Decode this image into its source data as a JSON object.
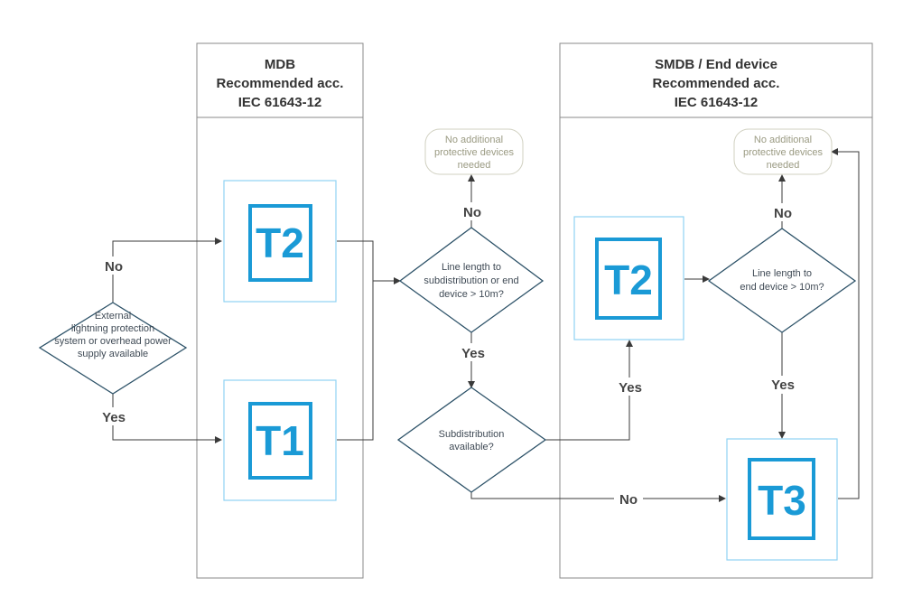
{
  "columns": {
    "mdb": {
      "line1": "MDB",
      "line2": "Recommended acc.",
      "line3": "IEC 61643-12"
    },
    "smdb": {
      "line1": "SMDB / End device",
      "line2": "Recommended acc.",
      "line3": "IEC 61643-12"
    }
  },
  "decisions": {
    "external": {
      "line1": "External",
      "line2": "lightning protection",
      "line3": "system or overhead power",
      "line4": "supply available"
    },
    "line_length_sub": {
      "line1": "Line length to",
      "line2": "subdistribution or end",
      "line3": "device > 10m?"
    },
    "subdistribution": {
      "line1": "Subdistribution",
      "line2": "available?"
    },
    "line_length_end": {
      "line1": "Line length to",
      "line2": "end device > 10m?"
    }
  },
  "outcomes": {
    "no_devices_1": {
      "line1": "No additional",
      "line2": "protective devices",
      "line3": "needed"
    },
    "no_devices_2": {
      "line1": "No additional",
      "line2": "protective devices",
      "line3": "needed"
    }
  },
  "devices": {
    "mdb_t2": "T2",
    "mdb_t1": "T1",
    "smdb_t2": "T2",
    "smdb_t3": "T3"
  },
  "edge_labels": {
    "external_no": "No",
    "external_yes": "Yes",
    "line_sub_no": "No",
    "line_sub_yes": "Yes",
    "subdist_yes": "Yes",
    "subdist_no": "No",
    "line_end_no": "No",
    "line_end_yes": "Yes"
  },
  "colors": {
    "accent": "#1a9ad6",
    "accent_light": "#8fd3f2",
    "decision_stroke": "#2d5268"
  }
}
